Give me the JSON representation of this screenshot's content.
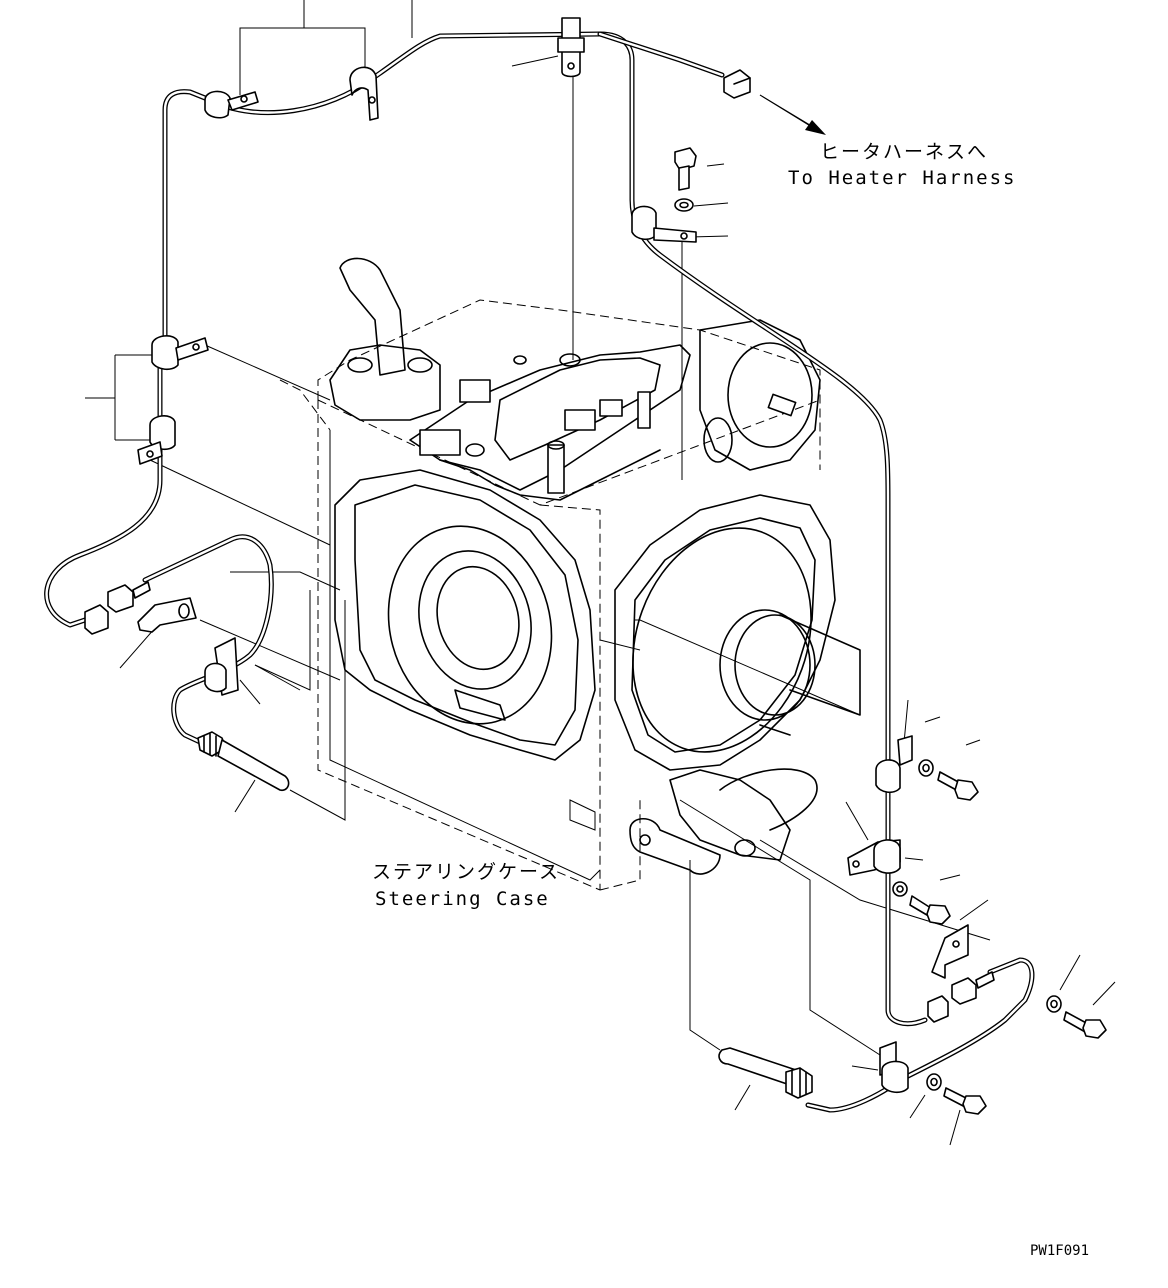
{
  "labels": {
    "heater_jp": "ヒータハーネスへ",
    "heater_en": "To Heater Harness",
    "steering_jp": "ステアリングケース",
    "steering_en": "Steering Case",
    "drawing_code": "PW1F091"
  },
  "colors": {
    "line": "#000000",
    "background": "#ffffff"
  }
}
